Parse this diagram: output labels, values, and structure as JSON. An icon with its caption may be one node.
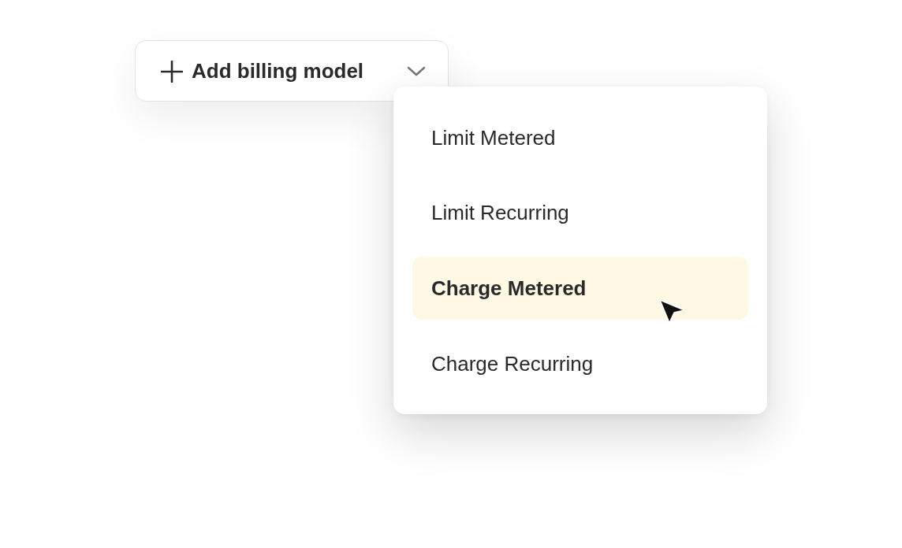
{
  "diagram": {
    "nodes": [
      {
        "text": [
          "Add billing model"
        ]
      },
      {
        "text": [],
        "shape": "box"
      },
      {
        "text": [
          "Limit Metered"
        ],
        "in": 1
      },
      {
        "text": [
          "Limit Recurring"
        ],
        "in": 1
      },
      {
        "text": [
          "Charge Metered"
        ],
        "in": 1
      },
      {
        "text": [
          "Charge Recurring"
        ],
        "in": 1
      }
    ]
  }
}
